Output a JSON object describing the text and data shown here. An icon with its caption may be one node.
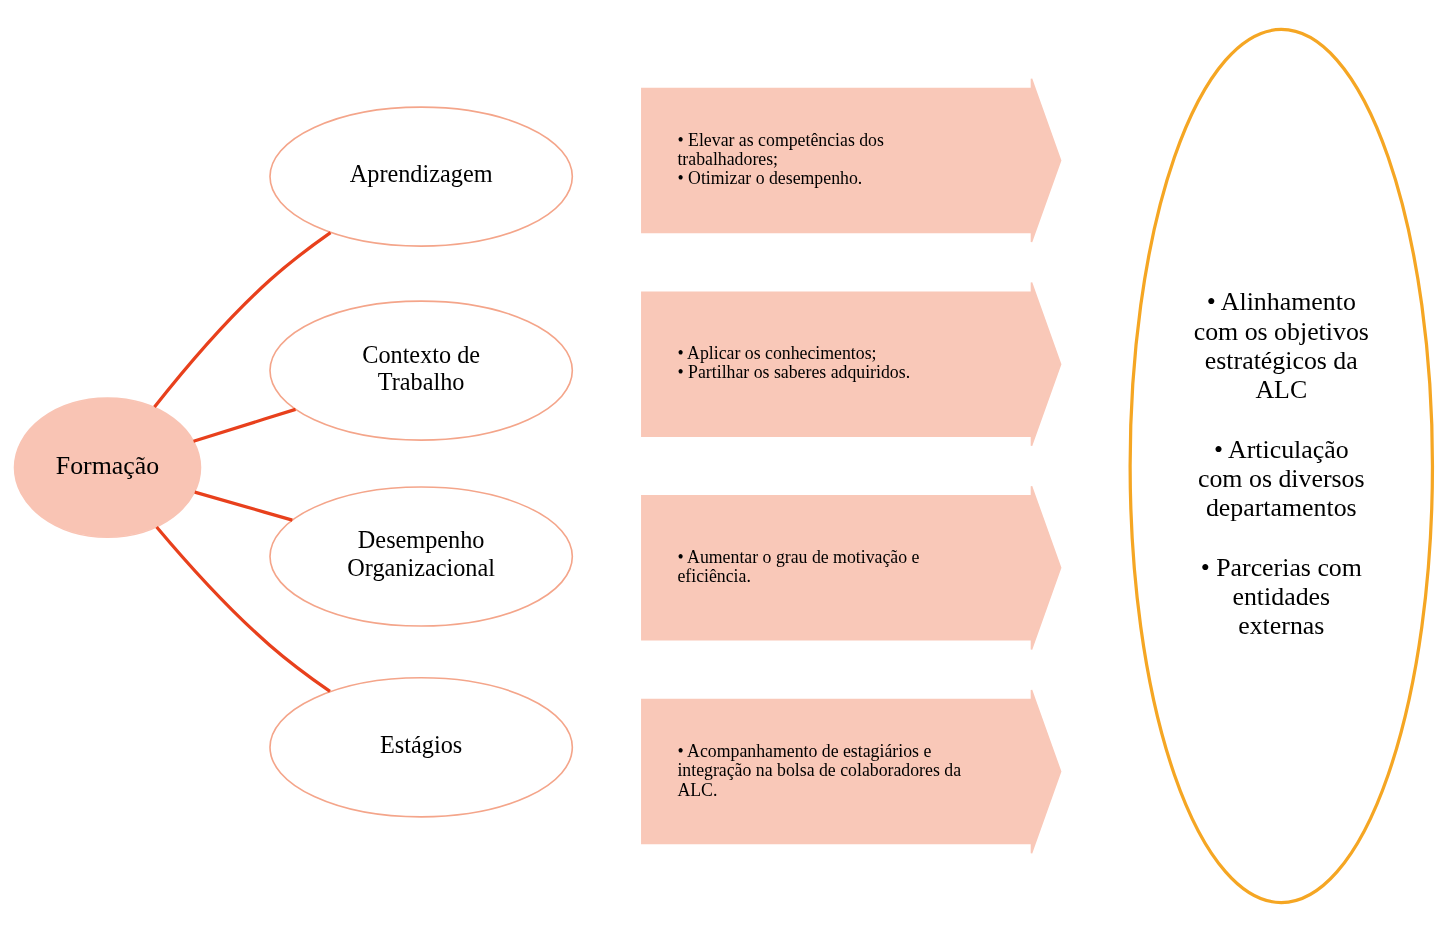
{
  "diagram": {
    "nodes": [
      {
        "text": [
          "Formação"
        ]
      },
      {
        "text": [
          "Aprendizagem"
        ]
      },
      {
        "text": [
          "Contexto de Trabalho"
        ]
      },
      {
        "text": [
          "Desempenho Organizacional"
        ]
      },
      {
        "text": [
          "Estágios"
        ]
      },
      {
        "text": [
          "• Elevar as competências dos trabalhadores;",
          "• Otimizar o desempenho."
        ]
      },
      {
        "text": [
          "• Aplicar os conhecimentos;",
          "• Partilhar os saberes adquiridos."
        ]
      },
      {
        "text": [
          "• Aumentar o grau de motivação e eficiência."
        ]
      },
      {
        "text": [
          "• Acompanhamento de estagiários e integração na bolsa de colaboradores da ALC."
        ]
      },
      {
        "text": [
          "• Alinhamento com os objetivos estratégicos da ALC",
          "• Articulação com os diversos departamentos",
          "• Parcerias com entidades externas"
        ]
      }
    ],
    "edges": [
      {
        "from": 0,
        "to": 1,
        "arrow": "none"
      },
      {
        "from": 0,
        "to": 2,
        "arrow": "none"
      },
      {
        "from": 0,
        "to": 3,
        "arrow": "none"
      },
      {
        "from": 0,
        "to": 4,
        "arrow": "none"
      }
    ]
  }
}
